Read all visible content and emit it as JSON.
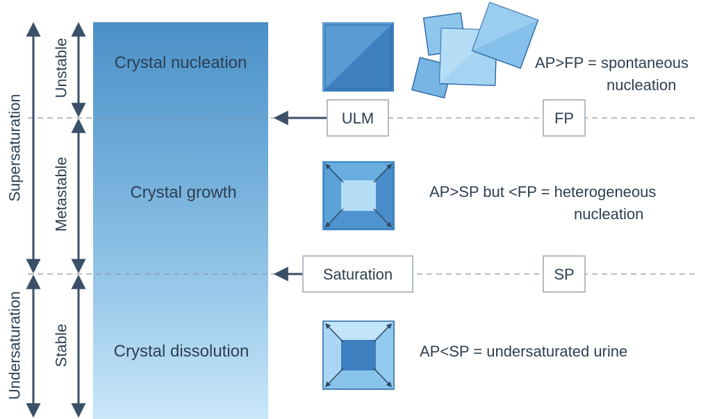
{
  "axis_labels": {
    "supersaturation": "Supersaturation",
    "undersaturation": "Undersaturation",
    "unstable": "Unstable",
    "metastable": "Metastable",
    "stable": "Stable"
  },
  "zones": {
    "nucleation": "Crystal nucleation",
    "growth": "Crystal growth",
    "dissolution": "Crystal dissolution"
  },
  "thresholds": {
    "upper_left": "ULM",
    "upper_right": "FP",
    "lower_left": "Saturation",
    "lower_right": "SP"
  },
  "descriptions": {
    "spontaneous_line1": "AP>FP = spontaneous",
    "spontaneous_line2": "nucleation",
    "heterogeneous_line1": "AP>SP but <FP = heterogeneous",
    "heterogeneous_line2": "nucleation",
    "undersaturated": "AP<SP = undersaturated urine"
  },
  "colors": {
    "gradient_top": "#4a90c8",
    "gradient_bottom": "#c6e5f8",
    "arrow": "#3b4f68",
    "dashed_line": "#8a96a3",
    "crystal_dark": "#3d7fbf",
    "crystal_mid": "#6aaee0",
    "crystal_light": "#b5def5"
  }
}
